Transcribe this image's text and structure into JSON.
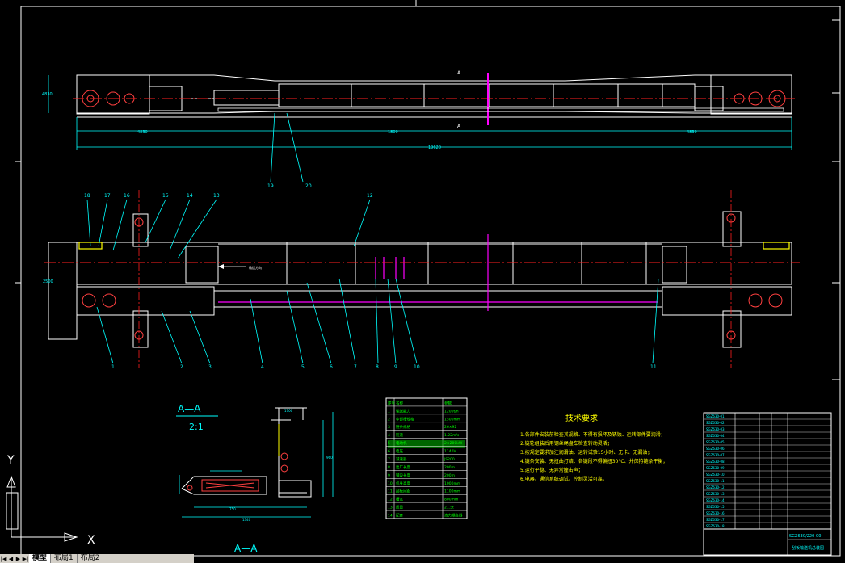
{
  "drawing": {
    "top_view": {
      "dims": [
        "4830",
        "19620",
        "4830",
        "1800",
        "4830"
      ],
      "callouts": [
        "19",
        "20"
      ],
      "section_marks": [
        "A",
        "A"
      ]
    },
    "plan_view": {
      "left_height": "2500",
      "top_callouts": [
        "18",
        "17",
        "16",
        "15",
        "14",
        "13",
        "12"
      ],
      "bottom_callouts": [
        "1",
        "2",
        "3",
        "4",
        "5",
        "6",
        "7",
        "8",
        "9",
        "10",
        "11"
      ],
      "flow_label": "输送方向"
    },
    "section": {
      "title": "A—A",
      "scale": "2:1",
      "bottom_label": "A—A",
      "dims": [
        "1700",
        "750",
        "960",
        "1340"
      ]
    },
    "parameter_table": {
      "rows": [
        [
          "序号",
          "名称",
          "参数"
        ],
        [
          "1",
          "输送能力",
          "1200t/h"
        ],
        [
          "2",
          "中部槽规格",
          "1500mm"
        ],
        [
          "3",
          "链条规格",
          "26×92"
        ],
        [
          "4",
          "链速",
          "1.22m/s"
        ],
        [
          "5",
          "电动机",
          "2×200kW"
        ],
        [
          "6",
          "电压",
          "1140V"
        ],
        [
          "7",
          "减速器",
          "JS200"
        ],
        [
          "8",
          "出厂长度",
          "200m"
        ],
        [
          "9",
          "铺设长度",
          "200m"
        ],
        [
          "10",
          "机身高度",
          "1000mm"
        ],
        [
          "11",
          "刮板间距",
          "1100mm"
        ],
        [
          "12",
          "槽宽",
          "800mm"
        ],
        [
          "13",
          "质量",
          "21.5t"
        ],
        [
          "14",
          "配套",
          "液力耦合器"
        ]
      ]
    },
    "tech_requirements": {
      "title": "技术要求",
      "items": [
        "1.各部件安装前检查其规格、不得有损坏及锈蚀、运转部件要润滑；",
        "2.链轮组装后用钢丝绳盘车检查转动灵活；",
        "3.按规定要求加注润滑油、运转试验15小时、无卡、无漏油；",
        "4.链条安装、无扭曲打结、各链段不得偏扭30°C、并保持链条平衡；",
        "5.运行平稳、无异常撞击声；",
        "6.电器、通信系统调试、控制灵活可靠。"
      ]
    },
    "title_block": {
      "part_rows": [
        "SGZ630-01",
        "SGZ630-02",
        "SGZ630-03",
        "SGZ630-04",
        "SGZ630-05",
        "SGZ630-06",
        "SGZ630-07",
        "SGZ630-08",
        "SGZ630-09",
        "SGZ630-10",
        "SGZ630-11",
        "SGZ630-12",
        "SGZ630-13",
        "SGZ630-14",
        "SGZ630-15",
        "SGZ630-16",
        "SGZ630-17",
        "SGZ630-18"
      ],
      "drawing_no": "SGZ630/220-00",
      "drawing_name": "刮板输送机总装图"
    }
  },
  "ucs": {
    "y": "Y",
    "x": "X"
  },
  "layout_tabs": {
    "tabs": [
      "模型",
      "布局1",
      "布局2"
    ],
    "active": "模型"
  },
  "colors": {
    "background": "#000000",
    "outline": "#ffffff",
    "dimension": "#00ffff",
    "center": "#ff0000",
    "magenta": "#ff00ff",
    "table": "#00ff00",
    "yellow": "#ffff00"
  }
}
